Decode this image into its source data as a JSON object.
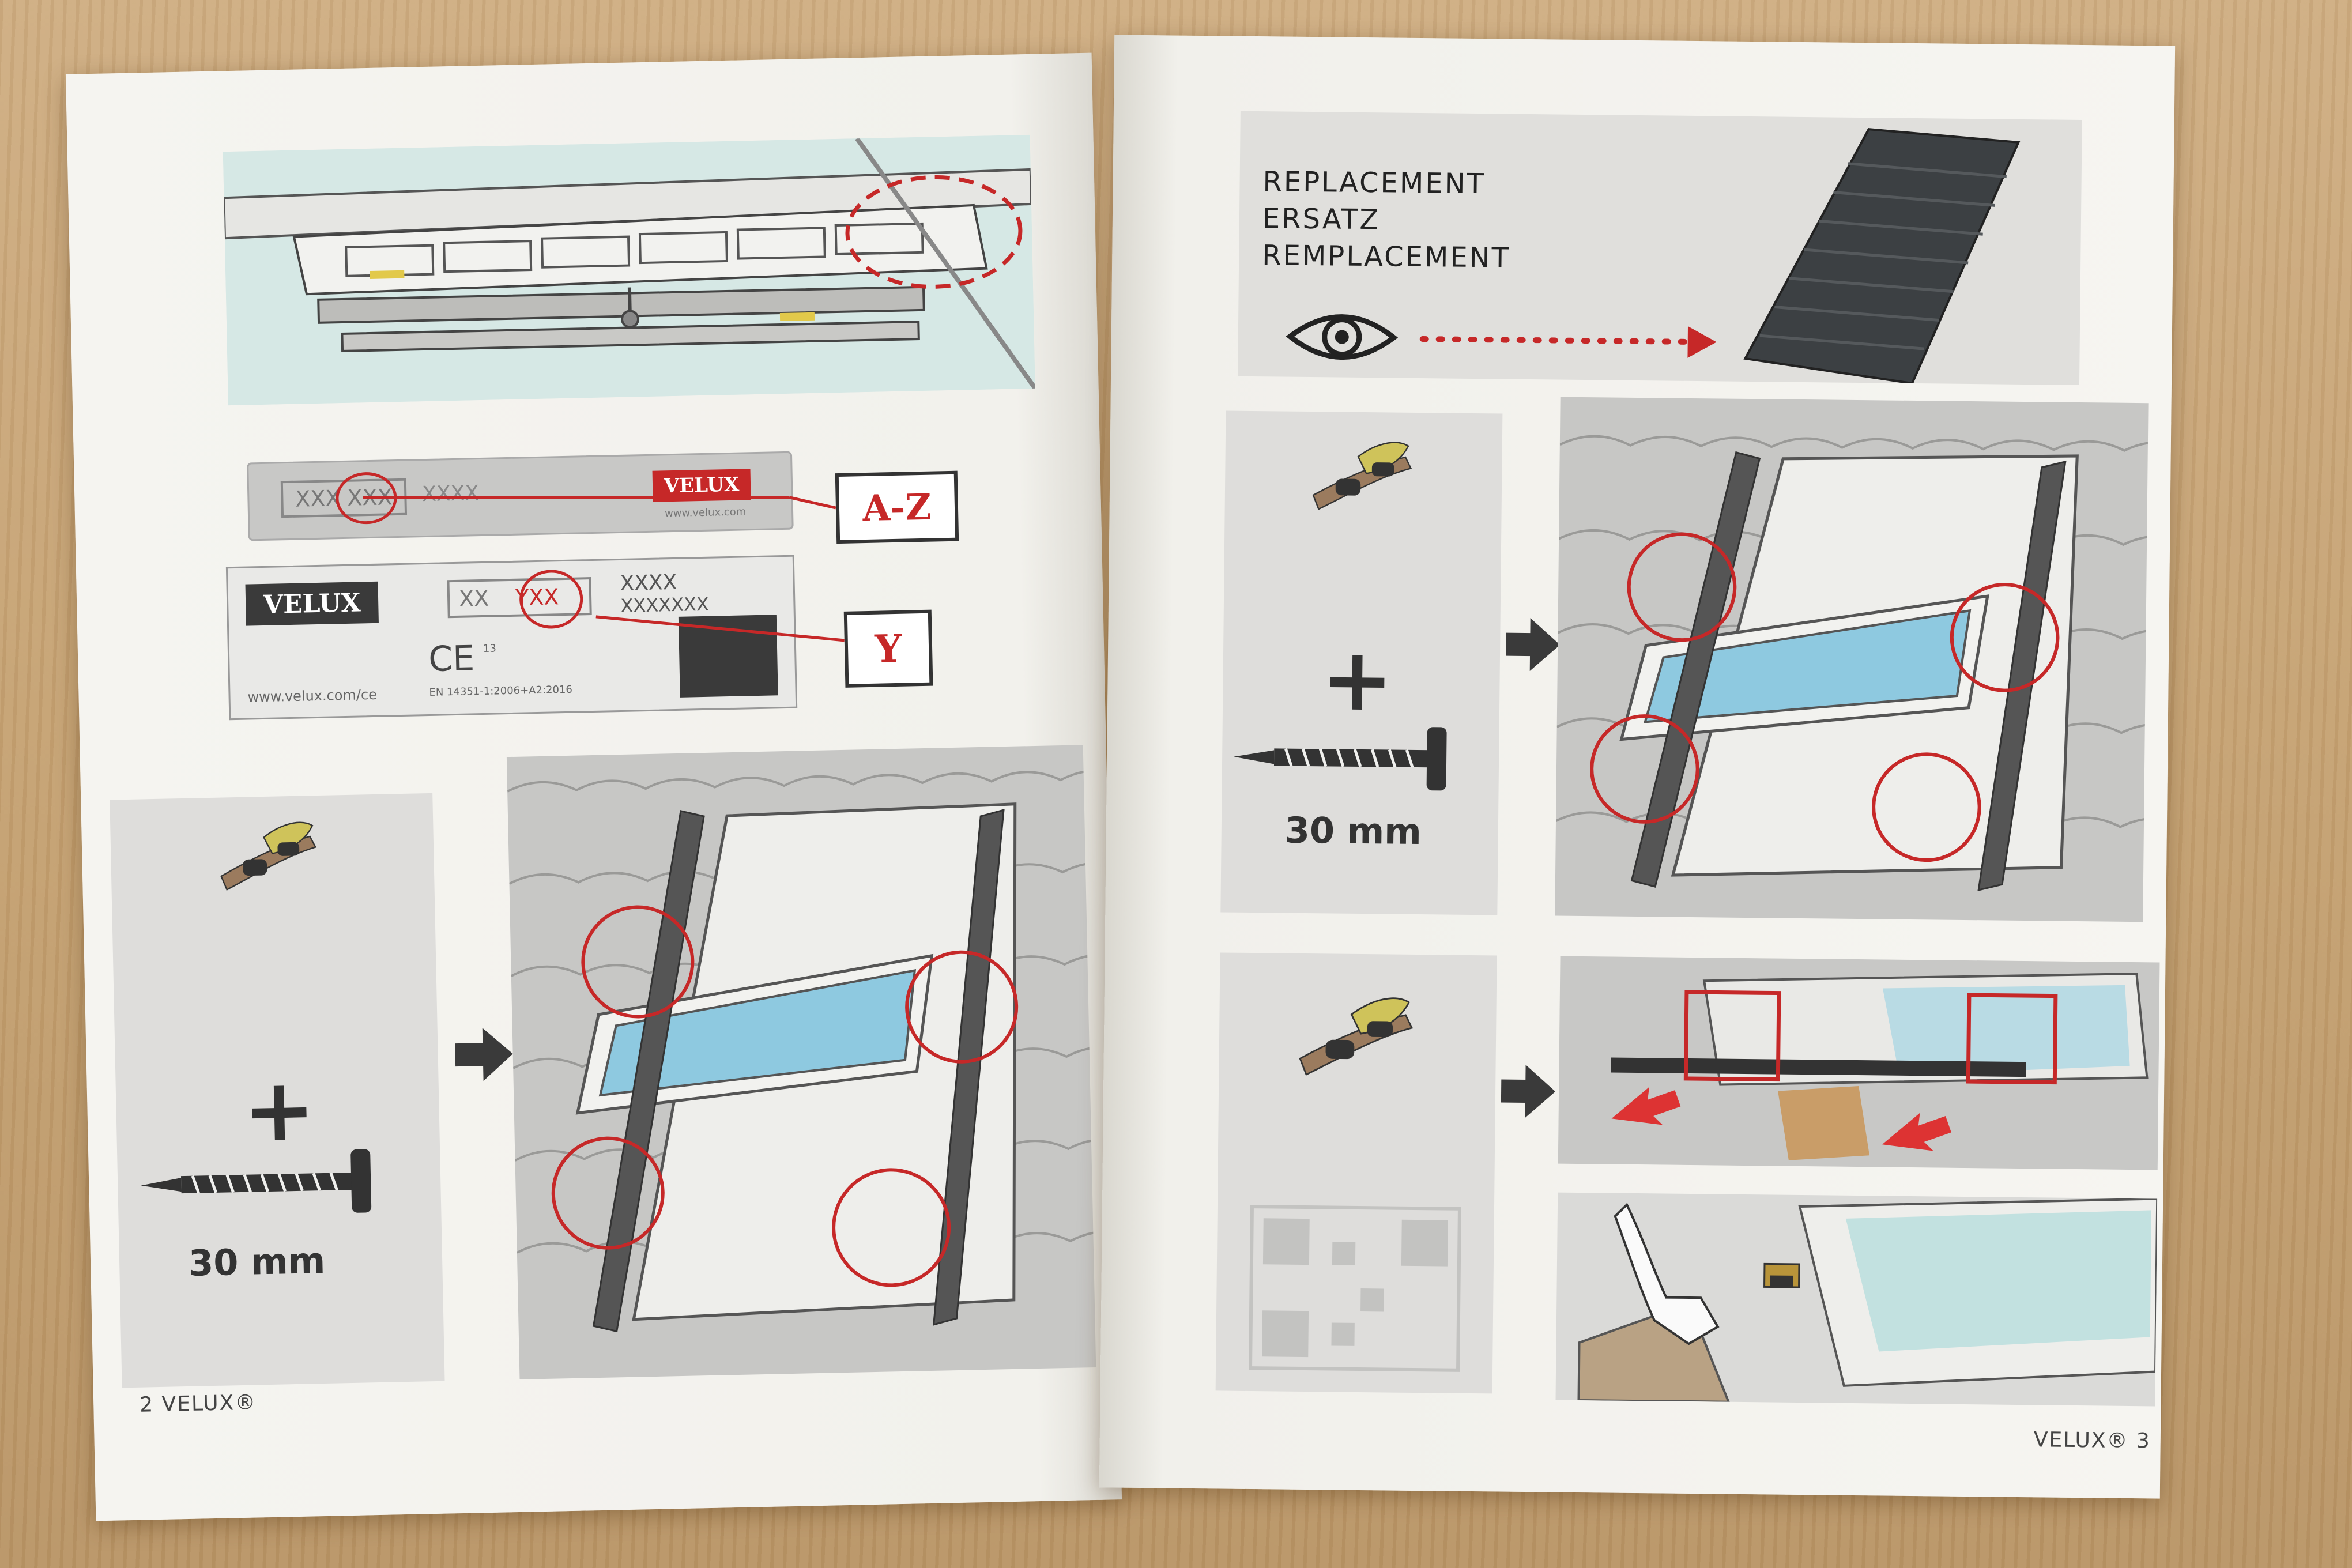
{
  "left_page": {
    "type_plate": {
      "old_code": "XXX XXX",
      "old_extra": "XXXX",
      "old_logo": "VELUX",
      "old_url": "www.velux.com",
      "new_logo": "VELUX",
      "new_code_a": "XX",
      "new_code_b": "YXX",
      "new_extra_1": "XXXX",
      "new_extra_2": "XXXXXXX",
      "ce_mark": "CE",
      "ce_year": "13",
      "standard": "EN 14351-1:2006+A2:2016",
      "url": "www.velux.com/ce",
      "callout_az": "A-Z",
      "callout_y": "Y"
    },
    "screw_length": "30 mm",
    "plus": "+",
    "folio": "2  VELUX®"
  },
  "right_page": {
    "replacement_lines": [
      "REPLACEMENT",
      "ERSATZ",
      "REMPLACEMENT"
    ],
    "screw_length": "30 mm",
    "plus": "+",
    "folio": "VELUX®  3"
  },
  "colors": {
    "accent_red": "#c62828",
    "ink": "#333333",
    "glass": "#8ec9e0",
    "panel_grey": "#dcdcda"
  },
  "icons": [
    "eye-icon",
    "screw-icon",
    "adhesive-strip-icon",
    "arrow-right-icon",
    "qr-code-icon"
  ]
}
